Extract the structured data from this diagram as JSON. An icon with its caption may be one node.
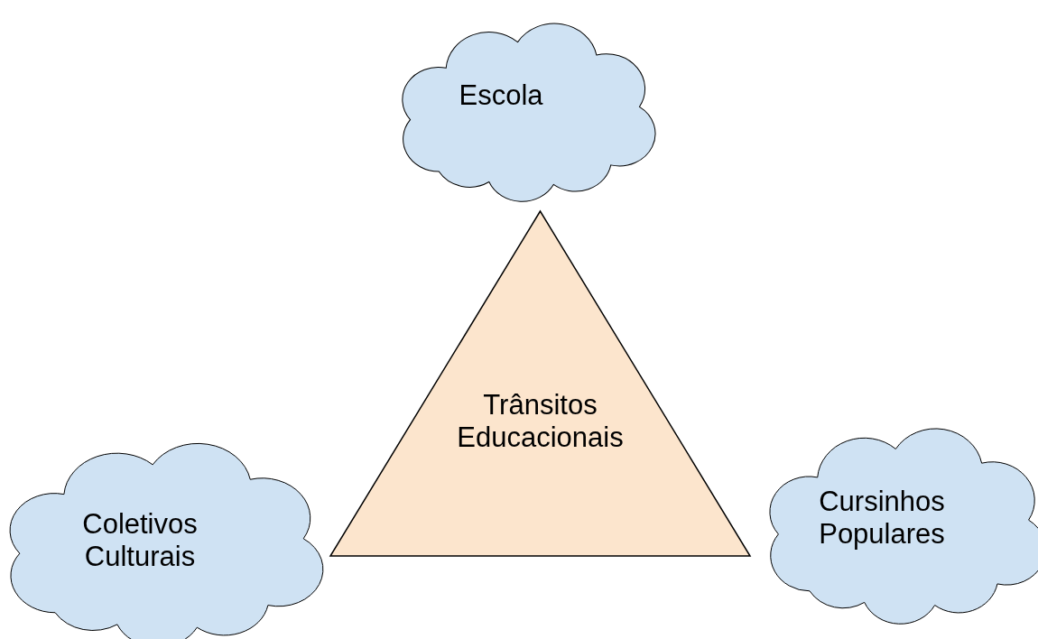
{
  "diagram": {
    "nodes": [
      {
        "text": [
          "Escola"
        ]
      },
      {
        "text": [
          "Trânsitos Educacionais"
        ]
      },
      {
        "text": [
          "Coletivos Culturais"
        ]
      },
      {
        "text": [
          "Cursinhos Populares"
        ]
      }
    ]
  }
}
